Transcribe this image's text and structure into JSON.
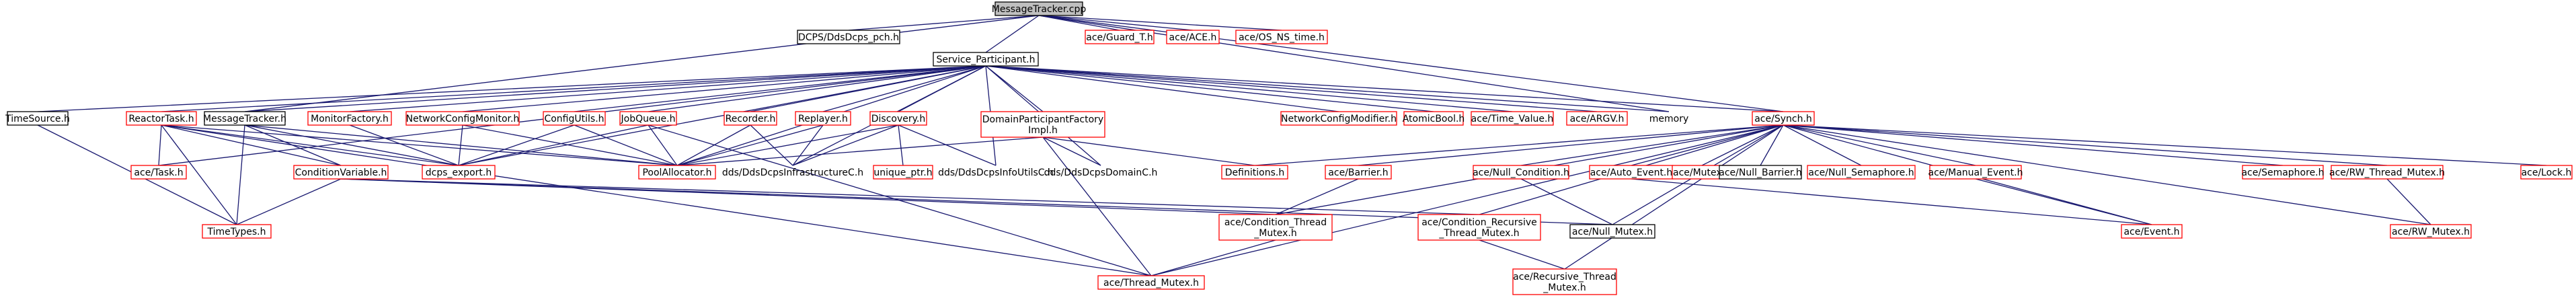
{
  "diagram": {
    "colors": {
      "root_fill": "#bfbfbf",
      "edge": "#191970",
      "documented_border": "#000000",
      "undocumented_border": "#ff0000",
      "background": "#ffffff"
    },
    "nodes": {
      "message_tracker_cpp": {
        "lines": [
          "MessageTracker.cpp"
        ],
        "style": "root"
      },
      "dcps_pch": {
        "lines": [
          "DCPS/DdsDcps_pch.h"
        ],
        "style": "black"
      },
      "guard_t": {
        "lines": [
          "ace/Guard_T.h"
        ],
        "style": "red"
      },
      "ace_h": {
        "lines": [
          "ace/ACE.h"
        ],
        "style": "red"
      },
      "os_ns_time": {
        "lines": [
          "ace/OS_NS_time.h"
        ],
        "style": "red"
      },
      "service_participant": {
        "lines": [
          "Service_Participant.h"
        ],
        "style": "black"
      },
      "time_source": {
        "lines": [
          "TimeSource.h"
        ],
        "style": "black"
      },
      "reactor_task": {
        "lines": [
          "ReactorTask.h"
        ],
        "style": "red"
      },
      "message_tracker_h": {
        "lines": [
          "MessageTracker.h"
        ],
        "style": "black"
      },
      "monitor_factory": {
        "lines": [
          "MonitorFactory.h"
        ],
        "style": "red"
      },
      "network_config_monitor": {
        "lines": [
          "NetworkConfigMonitor.h"
        ],
        "style": "red"
      },
      "config_utils": {
        "lines": [
          "ConfigUtils.h"
        ],
        "style": "red"
      },
      "job_queue": {
        "lines": [
          "JobQueue.h"
        ],
        "style": "red"
      },
      "recorder": {
        "lines": [
          "Recorder.h"
        ],
        "style": "red"
      },
      "replayer": {
        "lines": [
          "Replayer.h"
        ],
        "style": "red"
      },
      "discovery": {
        "lines": [
          "Discovery.h"
        ],
        "style": "red"
      },
      "domain_participant_factory_impl": {
        "lines": [
          "DomainParticipantFactory",
          "Impl.h"
        ],
        "style": "red"
      },
      "network_config_modifier": {
        "lines": [
          "NetworkConfigModifier.h"
        ],
        "style": "red"
      },
      "atomic_bool": {
        "lines": [
          "AtomicBool.h"
        ],
        "style": "red"
      },
      "time_value": {
        "lines": [
          "ace/Time_Value.h"
        ],
        "style": "red"
      },
      "argv": {
        "lines": [
          "ace/ARGV.h"
        ],
        "style": "red"
      },
      "memory": {
        "lines": [
          "memory"
        ],
        "style": "plain"
      },
      "synch": {
        "lines": [
          "ace/Synch.h"
        ],
        "style": "red"
      },
      "ace_task": {
        "lines": [
          "ace/Task.h"
        ],
        "style": "red"
      },
      "condition_variable": {
        "lines": [
          "ConditionVariable.h"
        ],
        "style": "red"
      },
      "dcps_export": {
        "lines": [
          "dcps_export.h"
        ],
        "style": "red"
      },
      "pool_allocator": {
        "lines": [
          "PoolAllocator.h"
        ],
        "style": "red"
      },
      "infrastructure_c": {
        "lines": [
          "dds/DdsDcpsInfrastructureC.h"
        ],
        "style": "plain"
      },
      "unique_ptr": {
        "lines": [
          "unique_ptr.h"
        ],
        "style": "red"
      },
      "info_utils_c": {
        "lines": [
          "dds/DdsDcpsInfoUtilsC.h"
        ],
        "style": "plain"
      },
      "domain_c": {
        "lines": [
          "dds/DdsDcpsDomainC.h"
        ],
        "style": "plain"
      },
      "definitions": {
        "lines": [
          "Definitions.h"
        ],
        "style": "red"
      },
      "barrier": {
        "lines": [
          "ace/Barrier.h"
        ],
        "style": "red"
      },
      "null_condition": {
        "lines": [
          "ace/Null_Condition.h"
        ],
        "style": "red"
      },
      "auto_event": {
        "lines": [
          "ace/Auto_Event.h"
        ],
        "style": "red"
      },
      "ace_mutex": {
        "lines": [
          "ace/Mutex.h"
        ],
        "style": "red"
      },
      "null_barrier": {
        "lines": [
          "ace/Null_Barrier.h"
        ],
        "style": "black"
      },
      "null_semaphore": {
        "lines": [
          "ace/Null_Semaphore.h"
        ],
        "style": "red"
      },
      "manual_event": {
        "lines": [
          "ace/Manual_Event.h"
        ],
        "style": "red"
      },
      "semaphore": {
        "lines": [
          "ace/Semaphore.h"
        ],
        "style": "red"
      },
      "rw_thread_mutex": {
        "lines": [
          "ace/RW_Thread_Mutex.h"
        ],
        "style": "red"
      },
      "ace_lock": {
        "lines": [
          "ace/Lock.h"
        ],
        "style": "red"
      },
      "time_types": {
        "lines": [
          "TimeTypes.h"
        ],
        "style": "red"
      },
      "condition_thread_mutex": {
        "lines": [
          "ace/Condition_Thread",
          "_Mutex.h"
        ],
        "style": "red"
      },
      "condition_recursive_thread_mutex": {
        "lines": [
          "ace/Condition_Recursive",
          "_Thread_Mutex.h"
        ],
        "style": "red"
      },
      "null_mutex": {
        "lines": [
          "ace/Null_Mutex.h"
        ],
        "style": "black"
      },
      "ace_event": {
        "lines": [
          "ace/Event.h"
        ],
        "style": "red"
      },
      "rw_mutex": {
        "lines": [
          "ace/RW_Mutex.h"
        ],
        "style": "red"
      },
      "thread_mutex": {
        "lines": [
          "ace/Thread_Mutex.h"
        ],
        "style": "red"
      },
      "recursive_thread_mutex": {
        "lines": [
          "ace/Recursive_Thread",
          "_Mutex.h"
        ],
        "style": "red"
      }
    },
    "edges": [
      [
        "message_tracker_cpp",
        "dcps_pch"
      ],
      [
        "message_tracker_cpp",
        "guard_t"
      ],
      [
        "message_tracker_cpp",
        "ace_h"
      ],
      [
        "message_tracker_cpp",
        "os_ns_time"
      ],
      [
        "message_tracker_cpp",
        "service_participant"
      ],
      [
        "message_tracker_cpp",
        "message_tracker_h"
      ],
      [
        "message_tracker_cpp",
        "memory"
      ],
      [
        "message_tracker_cpp",
        "synch"
      ],
      [
        "service_participant",
        "time_source"
      ],
      [
        "service_participant",
        "reactor_task"
      ],
      [
        "service_participant",
        "message_tracker_h"
      ],
      [
        "service_participant",
        "monitor_factory"
      ],
      [
        "service_participant",
        "network_config_monitor"
      ],
      [
        "service_participant",
        "config_utils"
      ],
      [
        "service_participant",
        "job_queue"
      ],
      [
        "service_participant",
        "recorder"
      ],
      [
        "service_participant",
        "replayer"
      ],
      [
        "service_participant",
        "discovery"
      ],
      [
        "service_participant",
        "domain_participant_factory_impl"
      ],
      [
        "service_participant",
        "network_config_modifier"
      ],
      [
        "service_participant",
        "atomic_bool"
      ],
      [
        "service_participant",
        "time_value"
      ],
      [
        "service_participant",
        "argv"
      ],
      [
        "service_participant",
        "memory"
      ],
      [
        "service_participant",
        "synch"
      ],
      [
        "service_participant",
        "pool_allocator"
      ],
      [
        "service_participant",
        "infrastructure_c"
      ],
      [
        "service_participant",
        "info_utils_c"
      ],
      [
        "service_participant",
        "domain_c"
      ],
      [
        "service_participant",
        "ace_task"
      ],
      [
        "service_participant",
        "dcps_export"
      ],
      [
        "time_source",
        "time_types"
      ],
      [
        "reactor_task",
        "ace_task"
      ],
      [
        "reactor_task",
        "time_types"
      ],
      [
        "reactor_task",
        "condition_variable"
      ],
      [
        "reactor_task",
        "dcps_export"
      ],
      [
        "reactor_task",
        "pool_allocator"
      ],
      [
        "reactor_task",
        "thread_mutex"
      ],
      [
        "message_tracker_h",
        "condition_variable"
      ],
      [
        "message_tracker_h",
        "dcps_export"
      ],
      [
        "message_tracker_h",
        "time_types"
      ],
      [
        "message_tracker_h",
        "pool_allocator"
      ],
      [
        "monitor_factory",
        "dcps_export"
      ],
      [
        "network_config_monitor",
        "dcps_export"
      ],
      [
        "network_config_monitor",
        "pool_allocator"
      ],
      [
        "config_utils",
        "dcps_export"
      ],
      [
        "config_utils",
        "pool_allocator"
      ],
      [
        "job_queue",
        "pool_allocator"
      ],
      [
        "job_queue",
        "dcps_export"
      ],
      [
        "job_queue",
        "thread_mutex"
      ],
      [
        "recorder",
        "pool_allocator"
      ],
      [
        "recorder",
        "infrastructure_c"
      ],
      [
        "replayer",
        "pool_allocator"
      ],
      [
        "replayer",
        "infrastructure_c"
      ],
      [
        "discovery",
        "pool_allocator"
      ],
      [
        "discovery",
        "unique_ptr"
      ],
      [
        "discovery",
        "info_utils_c"
      ],
      [
        "discovery",
        "infrastructure_c"
      ],
      [
        "domain_participant_factory_impl",
        "domain_c"
      ],
      [
        "domain_participant_factory_impl",
        "definitions"
      ],
      [
        "domain_participant_factory_impl",
        "thread_mutex"
      ],
      [
        "domain_participant_factory_impl",
        "pool_allocator"
      ],
      [
        "condition_variable",
        "time_types"
      ],
      [
        "condition_variable",
        "condition_thread_mutex"
      ],
      [
        "condition_variable",
        "condition_recursive_thread_mutex"
      ],
      [
        "condition_variable",
        "null_mutex"
      ],
      [
        "synch",
        "definitions"
      ],
      [
        "synch",
        "barrier"
      ],
      [
        "synch",
        "null_condition"
      ],
      [
        "synch",
        "auto_event"
      ],
      [
        "synch",
        "ace_mutex"
      ],
      [
        "synch",
        "null_barrier"
      ],
      [
        "synch",
        "null_semaphore"
      ],
      [
        "synch",
        "manual_event"
      ],
      [
        "synch",
        "semaphore"
      ],
      [
        "synch",
        "rw_thread_mutex"
      ],
      [
        "synch",
        "ace_lock"
      ],
      [
        "synch",
        "rw_mutex"
      ],
      [
        "synch",
        "ace_event"
      ],
      [
        "synch",
        "null_mutex"
      ],
      [
        "synch",
        "condition_thread_mutex"
      ],
      [
        "synch",
        "condition_recursive_thread_mutex"
      ],
      [
        "synch",
        "thread_mutex"
      ],
      [
        "synch",
        "recursive_thread_mutex"
      ],
      [
        "barrier",
        "condition_thread_mutex"
      ],
      [
        "null_condition",
        "null_mutex"
      ],
      [
        "auto_event",
        "ace_event"
      ],
      [
        "manual_event",
        "ace_event"
      ],
      [
        "rw_thread_mutex",
        "rw_mutex"
      ],
      [
        "condition_thread_mutex",
        "thread_mutex"
      ],
      [
        "condition_recursive_thread_mutex",
        "recursive_thread_mutex"
      ]
    ]
  }
}
